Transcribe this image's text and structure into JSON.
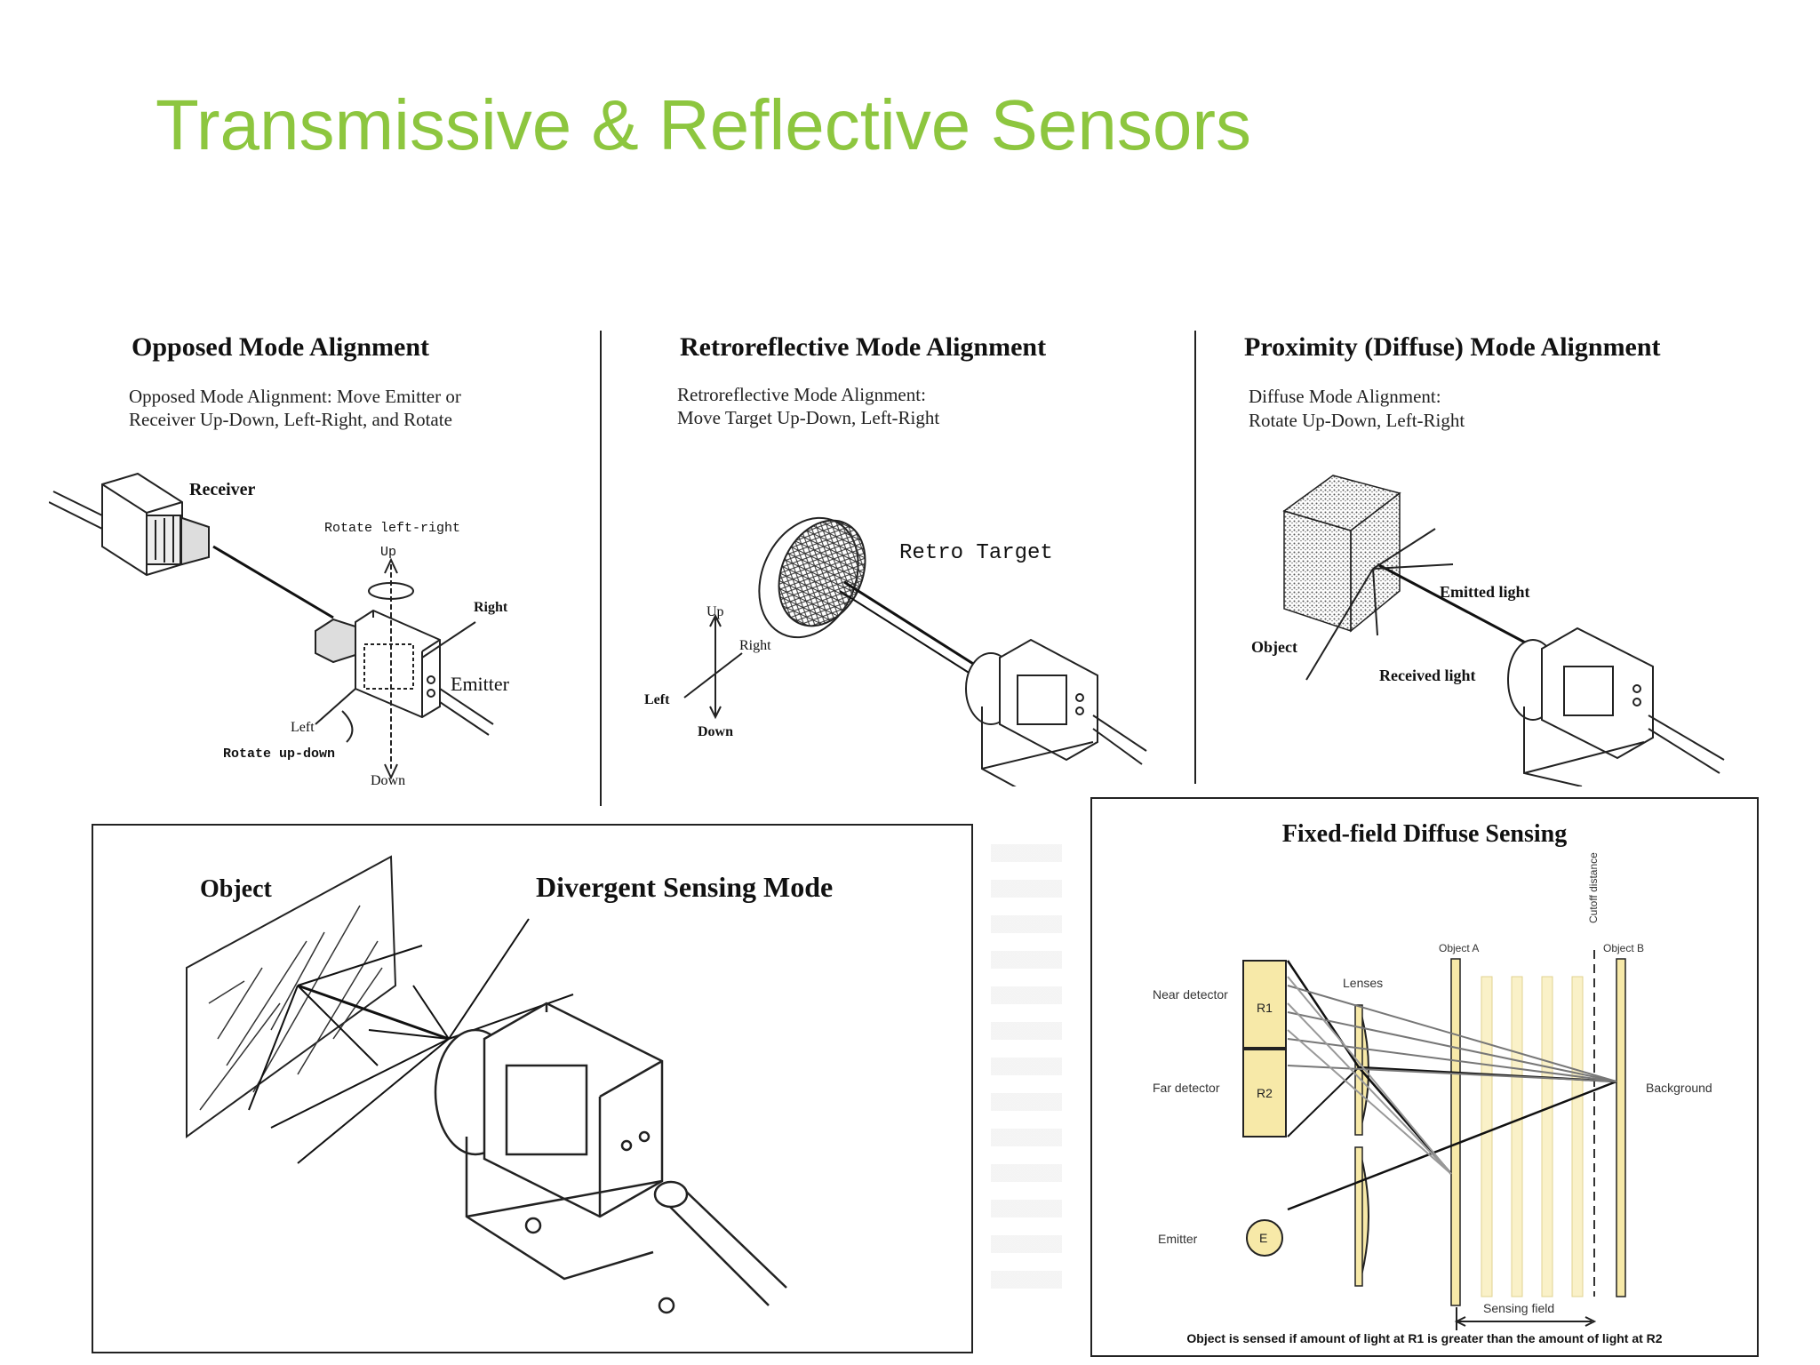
{
  "slide": {
    "title": "Transmissive & Reflective Sensors"
  },
  "colors": {
    "title_green": "#8dc63f",
    "detector_fill": "#f7e9a8",
    "line": "#1a1a1a"
  },
  "opposed": {
    "heading": "Opposed Mode Alignment",
    "desc_line1": "Opposed Mode Alignment:  Move Emitter or",
    "desc_line2": "Receiver Up-Down, Left-Right, and Rotate",
    "receiver": "Receiver",
    "rotate_lr": "Rotate left-right",
    "up": "Up",
    "right": "Right",
    "emitter": "Emitter",
    "left": "Left",
    "rotate_ud": "Rotate up-down",
    "down": "Down"
  },
  "retro": {
    "heading": "Retroreflective Mode Alignment",
    "desc_line1": "Retroreflective Mode Alignment:",
    "desc_line2": "Move Target Up-Down, Left-Right",
    "target": "Retro Target",
    "up": "Up",
    "right": "Right",
    "left": "Left",
    "down": "Down"
  },
  "proximity": {
    "heading": "Proximity (Diffuse) Mode Alignment",
    "desc_line1": "Diffuse Mode Alignment:",
    "desc_line2": "Rotate Up-Down, Left-Right",
    "emitted": "Emitted light",
    "object": "Object",
    "received": "Received light"
  },
  "divergent": {
    "object": "Object",
    "heading": "Divergent Sensing Mode"
  },
  "fixed_field": {
    "heading": "Fixed-field Diffuse Sensing",
    "cutoff": "Cutoff distance",
    "object_a": "Object A",
    "object_b": "Object B",
    "lenses": "Lenses",
    "near_detector": "Near detector",
    "far_detector": "Far detector",
    "r1": "R1",
    "r2": "R2",
    "background": "Background",
    "emitter": "Emitter",
    "e": "E",
    "sensing_field": "Sensing field",
    "caption": "Object is sensed if amount of light at R1 is greater than the amount of light at R2"
  }
}
